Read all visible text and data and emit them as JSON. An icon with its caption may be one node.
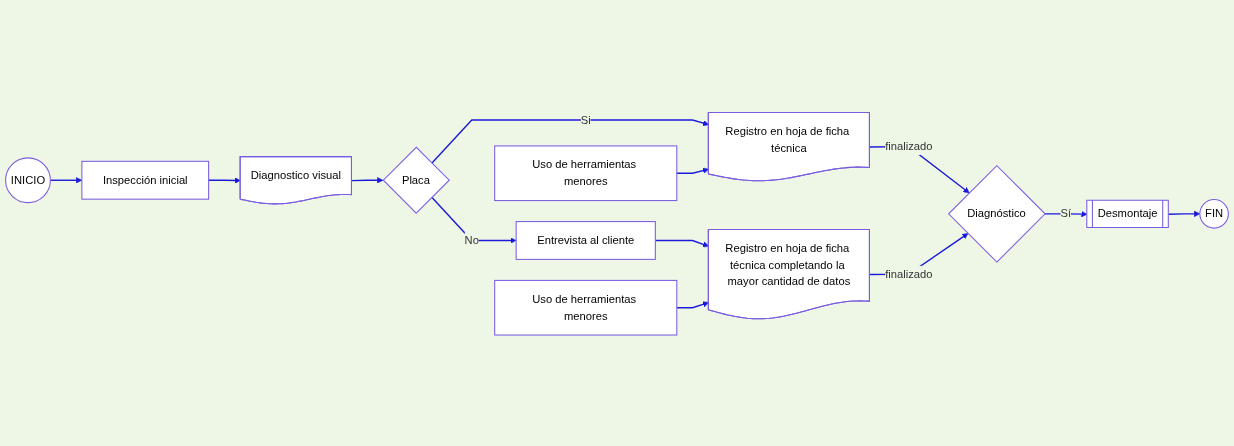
{
  "diagram": {
    "nodes": [
      {
        "text": [
          "INICIO"
        ]
      },
      {
        "text": [
          "Inspección inicial"
        ]
      },
      {
        "text": [
          "Diagnostico visual"
        ]
      },
      {
        "text": [
          "Placa"
        ]
      },
      {
        "text": [
          "Uso de herramientas menores"
        ]
      },
      {
        "text": [
          "Registro en hoja de ficha técnica"
        ]
      },
      {
        "text": [
          "Diagnóstico"
        ]
      },
      {
        "text": [
          "Desmontaje"
        ]
      },
      {
        "text": [
          "FIN"
        ]
      },
      {
        "text": [
          "Entrevista al cliente"
        ]
      },
      {
        "text": [
          "Registro en hoja de ficha técnica completando la mayor cantidad de datos"
        ]
      },
      {
        "text": [
          "Uso de herramientas menores"
        ]
      }
    ],
    "edges": [
      {
        "from": 0,
        "to": 1,
        "arrow": "to"
      },
      {
        "from": 1,
        "to": 2,
        "arrow": "to"
      },
      {
        "from": 2,
        "to": 3,
        "arrow": "to"
      },
      {
        "from": 3,
        "to": 5,
        "arrow": "to",
        "label": "Si"
      },
      {
        "from": 4,
        "to": 5,
        "arrow": "to"
      },
      {
        "from": 5,
        "to": 6,
        "arrow": "to",
        "label": "finalizado"
      },
      {
        "from": 6,
        "to": 7,
        "arrow": "to",
        "label": "Sí"
      },
      {
        "from": 7,
        "to": 8,
        "arrow": "to"
      },
      {
        "from": 3,
        "to": 9,
        "arrow": "to",
        "label": "No"
      },
      {
        "from": 9,
        "to": 10,
        "arrow": "to"
      },
      {
        "from": 11,
        "to": 10,
        "arrow": "to"
      },
      {
        "from": 10,
        "to": 6,
        "arrow": "to",
        "label": "finalizado"
      }
    ]
  }
}
